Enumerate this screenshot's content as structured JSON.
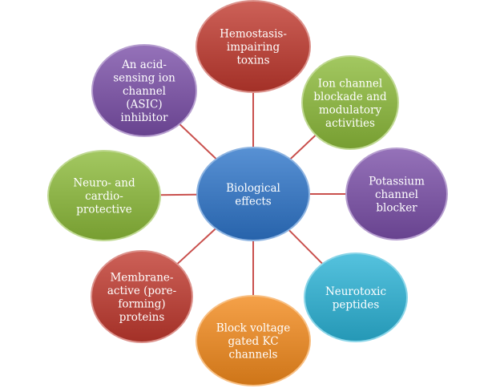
{
  "title": "Biological effects",
  "center": {
    "lines": [
      "Biological",
      "effects"
    ],
    "color": "#2e75c9"
  },
  "line_color": "#c9504d",
  "nodes": [
    {
      "id": "hemostasis",
      "lines": [
        "Hemostasis-",
        "impairing",
        "toxins"
      ],
      "color": "#c0392e"
    },
    {
      "id": "ion-channel",
      "lines": [
        "Ion channel",
        "blockade and",
        "modulatory",
        "activities"
      ],
      "color": "#8cba3a"
    },
    {
      "id": "potassium",
      "lines": [
        "Potassium",
        "channel",
        "blocker"
      ],
      "color": "#7a4fa8"
    },
    {
      "id": "neurotoxic",
      "lines": [
        "Neurotoxic",
        "peptides"
      ],
      "color": "#2bb3d6"
    },
    {
      "id": "block-voltage",
      "lines": [
        "Block voltage",
        "gated KC",
        "channels"
      ],
      "color": "#f28a1c"
    },
    {
      "id": "membrane",
      "lines": [
        "Membrane-",
        "active (pore-",
        "forming)",
        "proteins"
      ],
      "color": "#c0392e"
    },
    {
      "id": "neuro-cardio",
      "lines": [
        "Neuro- and",
        "cardio-",
        "protective"
      ],
      "color": "#8cba3a"
    },
    {
      "id": "asic",
      "lines": [
        "An acid-",
        "sensing ion",
        "channel",
        "(ASIC)",
        "inhibitor"
      ],
      "color": "#7a4fa8"
    }
  ]
}
